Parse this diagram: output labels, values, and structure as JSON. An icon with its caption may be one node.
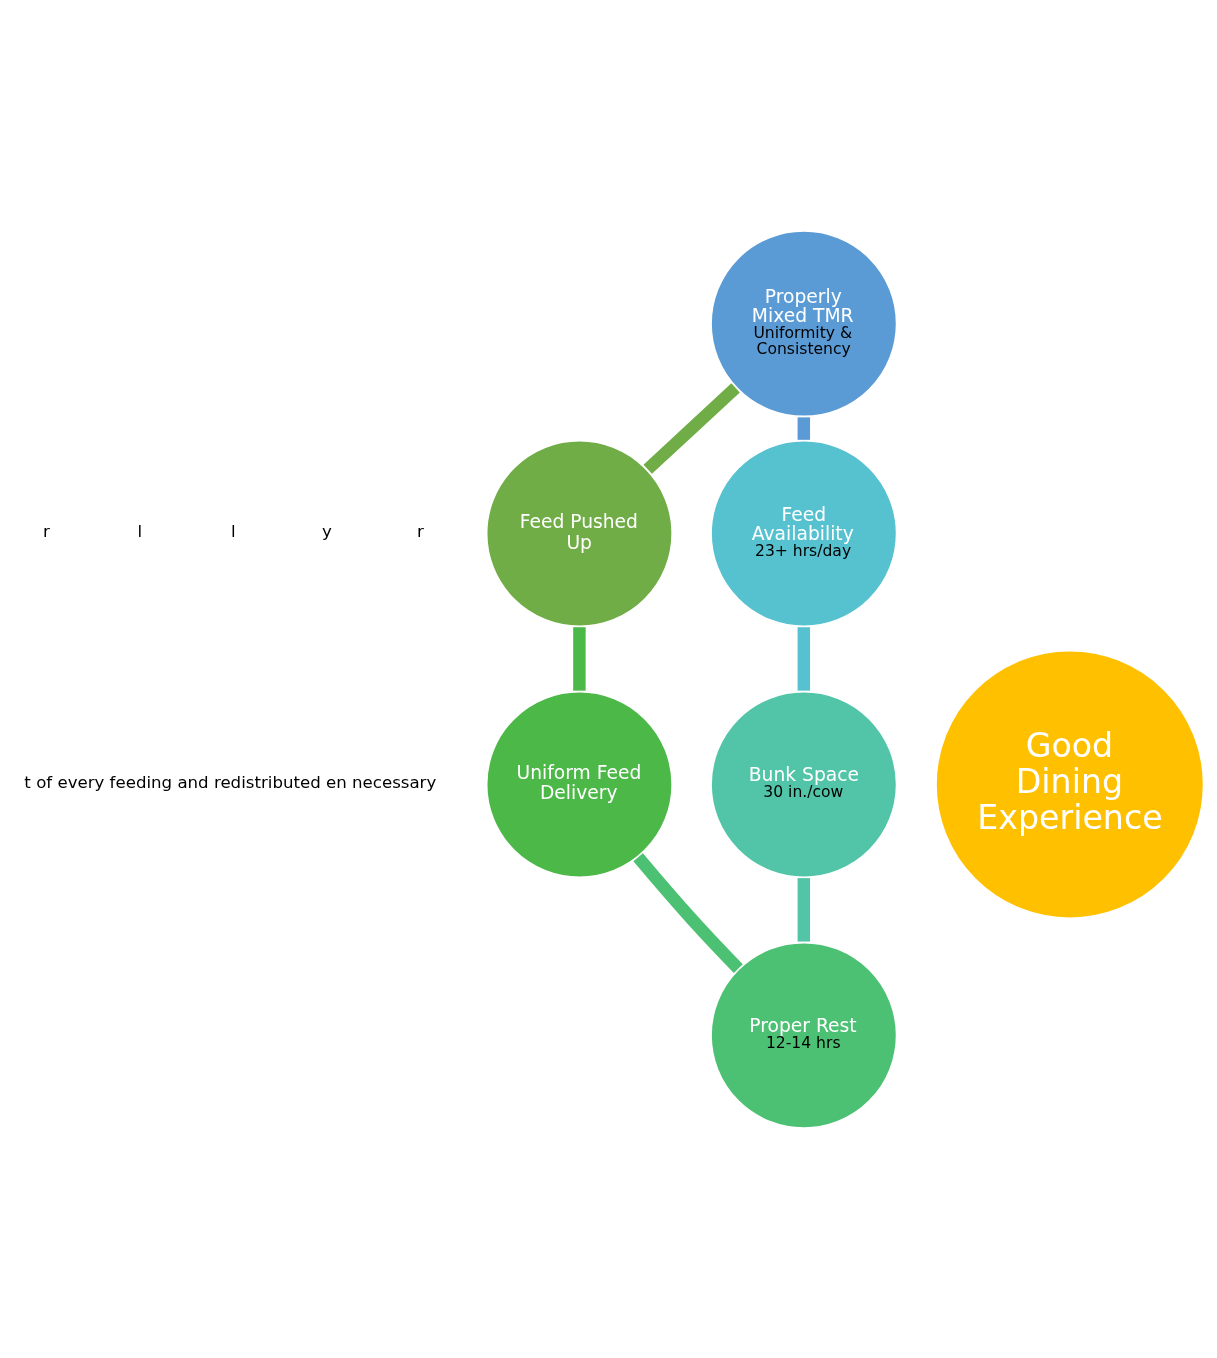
{
  "diagram": {
    "nodes": [
      {
        "text": [
          "Properly Mixed TMR",
          "Uniformity & Consistency"
        ]
      },
      {
        "text": [
          "Feed Pushed Up"
        ]
      },
      {
        "text": [
          "Feed Availability",
          "23+ hrs/day"
        ]
      },
      {
        "text": [
          "Good Dining Experience"
        ]
      },
      {
        "text": [
          "Uniform Feed Delivery"
        ]
      },
      {
        "text": [
          "Bunk Space",
          "30 in./cow"
        ]
      },
      {
        "text": [
          "Proper Rest",
          "12-14 hrs"
        ]
      }
    ],
    "edges": [
      {
        "from": 0,
        "to": 2,
        "arrow": "none",
        "color": "#5b9bd5"
      },
      {
        "from": 2,
        "to": 5,
        "arrow": "none",
        "color": "#56c1cf"
      },
      {
        "from": 5,
        "to": 6,
        "arrow": "none",
        "color": "#52c5a8"
      },
      {
        "from": 6,
        "to": 4,
        "arrow": "none",
        "color": "#4dc173"
      },
      {
        "from": 4,
        "to": 1,
        "arrow": "none",
        "color": "#4cb848"
      },
      {
        "from": 1,
        "to": 0,
        "arrow": "none",
        "color": "#70ad47"
      }
    ],
    "labels": [
      "r",
      "l",
      "l",
      "y",
      "r",
      "t of every feeding and redistributed en necessary"
    ]
  }
}
